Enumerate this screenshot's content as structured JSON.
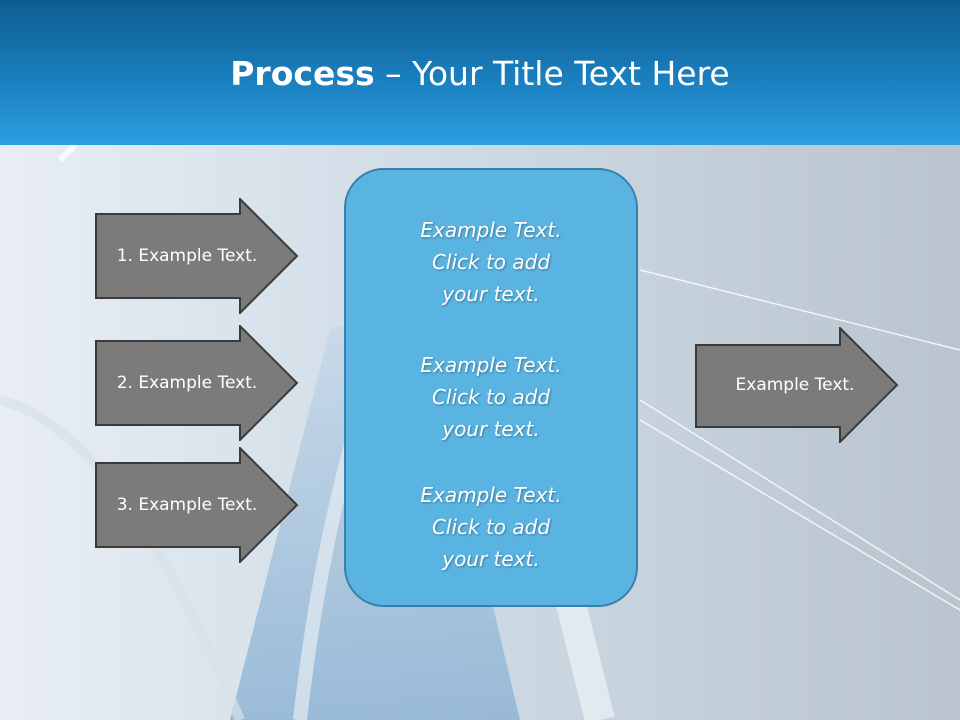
{
  "title": {
    "bold": "Process",
    "rest": " – Your Title Text Here"
  },
  "inputs": [
    {
      "label": "1. Example Text."
    },
    {
      "label": "2. Example Text."
    },
    {
      "label": "3. Example Text."
    }
  ],
  "center_blocks": [
    {
      "line1": "Example Text.",
      "line2": "Click  to add",
      "line3": "your text."
    },
    {
      "line1": "Example Text.",
      "line2": "Click  to add",
      "line3": "your text."
    },
    {
      "line1": "Example Text.",
      "line2": "Click  to add",
      "line3": "your text."
    }
  ],
  "output": {
    "label": "Example Text."
  },
  "colors": {
    "header": "#1a7fbf",
    "arrow_fill": "#7b7b7b",
    "arrow_stroke": "#3a3a3a",
    "center_fill": "#5ab4e2",
    "center_stroke": "#3a7fa8"
  }
}
